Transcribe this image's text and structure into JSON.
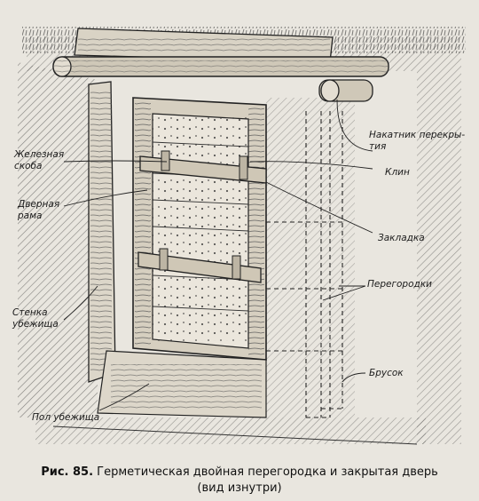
{
  "labels": {
    "iron_bracket": "Железная\nскоба",
    "door_frame": "Дверная\nрама",
    "shelter_wall": "Стенка\nубежища",
    "shelter_floor": "Пол убежища",
    "ceiling_beams": "Накатник перекры-\nтия",
    "wedge": "Клин",
    "bolt_bar": "Закладка",
    "partitions": "Перегородки",
    "beams": "Брусок"
  },
  "caption": {
    "figure_number": "Рис. 85.",
    "line1": "Герметическая двойная перегородка и закрытая дверь",
    "line2": "(вид изнутри)"
  }
}
